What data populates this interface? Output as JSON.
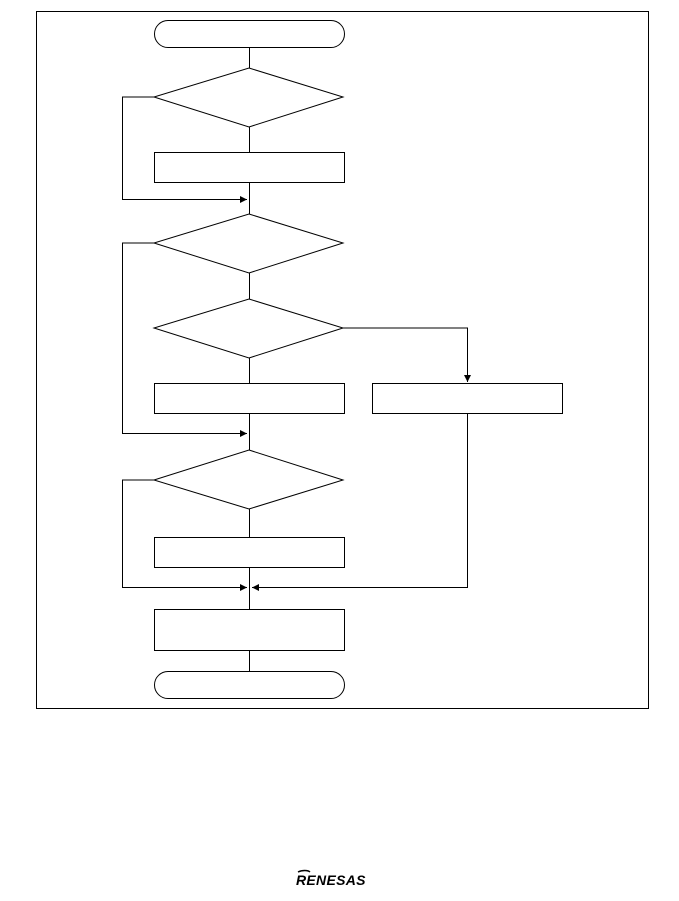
{
  "diagram": {
    "type": "flowchart",
    "line_color": "#000000",
    "background_color": "#ffffff",
    "nodes": [
      {
        "id": "start",
        "shape": "terminator",
        "text": ""
      },
      {
        "id": "decision-1",
        "shape": "decision",
        "text": ""
      },
      {
        "id": "process-1",
        "shape": "process",
        "text": ""
      },
      {
        "id": "decision-2",
        "shape": "decision",
        "text": ""
      },
      {
        "id": "decision-3",
        "shape": "decision",
        "text": ""
      },
      {
        "id": "process-2",
        "shape": "process",
        "text": ""
      },
      {
        "id": "process-3",
        "shape": "process",
        "text": ""
      },
      {
        "id": "decision-4",
        "shape": "decision",
        "text": ""
      },
      {
        "id": "process-4",
        "shape": "process",
        "text": ""
      },
      {
        "id": "process-5",
        "shape": "process",
        "text": ""
      },
      {
        "id": "end",
        "shape": "terminator",
        "text": ""
      }
    ],
    "edges": [
      {
        "from": "start",
        "to": "decision-1"
      },
      {
        "from": "decision-1",
        "to": "process-1"
      },
      {
        "from": "process-1",
        "to": "decision-2"
      },
      {
        "from": "decision-1",
        "to": "decision-2",
        "route": "left-bypass"
      },
      {
        "from": "decision-2",
        "to": "decision-3"
      },
      {
        "from": "decision-3",
        "to": "process-2"
      },
      {
        "from": "decision-3",
        "to": "process-3",
        "route": "right-branch"
      },
      {
        "from": "process-2",
        "to": "decision-4"
      },
      {
        "from": "decision-2",
        "to": "decision-4",
        "route": "left-bypass"
      },
      {
        "from": "decision-4",
        "to": "process-4"
      },
      {
        "from": "process-4",
        "to": "process-5"
      },
      {
        "from": "decision-4",
        "to": "process-5",
        "route": "left-bypass"
      },
      {
        "from": "process-3",
        "to": "process-5",
        "route": "right-return"
      },
      {
        "from": "process-5",
        "to": "end"
      }
    ]
  },
  "footer": {
    "logo_text": "RENESAS"
  }
}
